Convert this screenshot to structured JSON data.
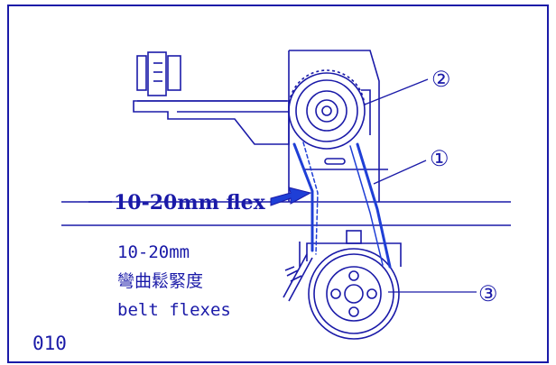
{
  "colors": {
    "ink": "#1a1aa8",
    "belt": "#1f3fd6",
    "background": "#ffffff"
  },
  "callouts": {
    "label_2": "②",
    "label_1": "①",
    "label_3": "③"
  },
  "flex_annotation": "10-20mm flex",
  "caption": {
    "line1": "10-20mm",
    "line2": "彎曲鬆緊度",
    "line3": "belt flexes"
  },
  "figure_number": "010"
}
